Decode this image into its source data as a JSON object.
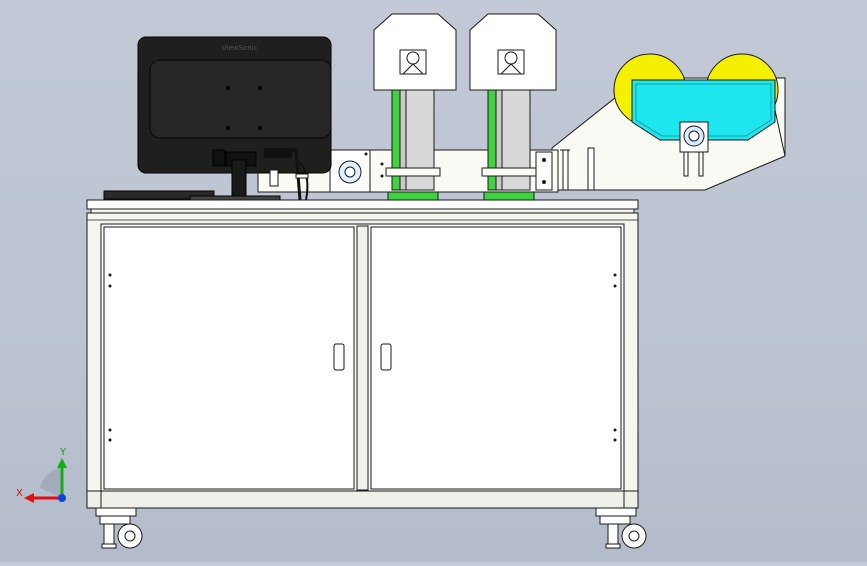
{
  "monitor": {
    "brand": "ViewSonic"
  },
  "triad": {
    "x_label": "X",
    "y_label": "Y"
  },
  "colors": {
    "background": "#bfc6d3",
    "outline": "#1a1a1a",
    "panel": "#ffffff",
    "monitor_body": "#1f1f1f",
    "tower_green": "#3fd43f",
    "tower_grey": "#c9c9c9",
    "hopper_cyan": "#1ee6ee",
    "spool_yellow": "#f4f000",
    "axis_x": "#e01010",
    "axis_y": "#10b010",
    "axis_z": "#1040e0"
  }
}
